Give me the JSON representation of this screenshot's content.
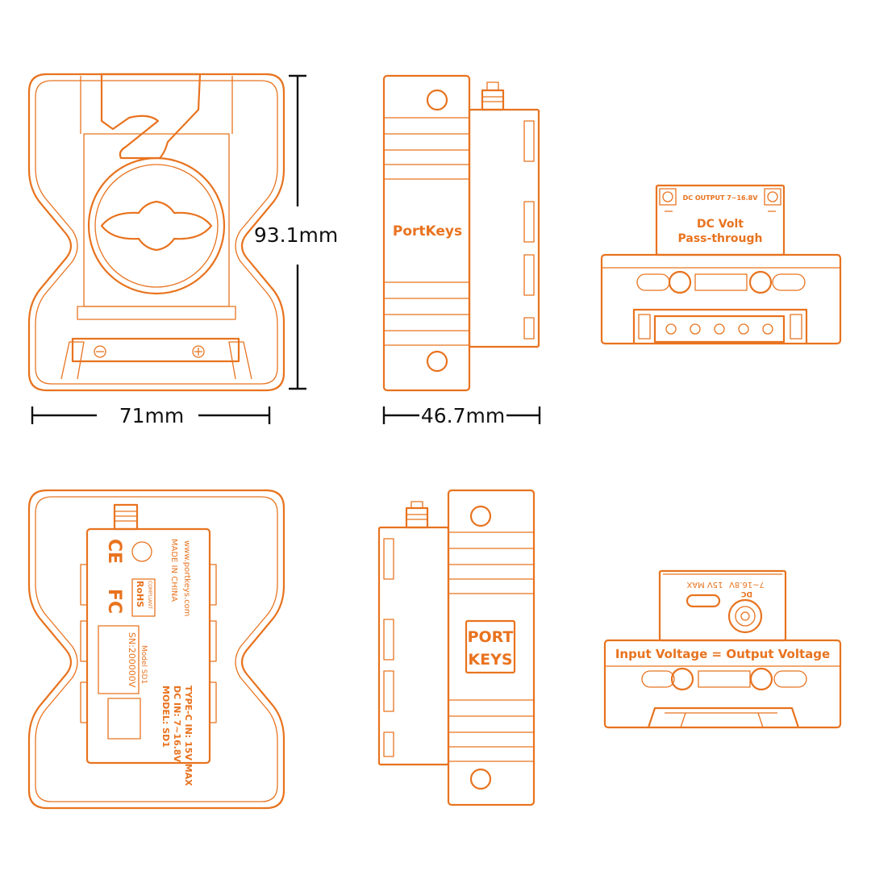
{
  "dimensions": {
    "height": "93.1mm",
    "width_front": "71mm",
    "width_side": "46.7mm"
  },
  "labels": {
    "brand_side": "PortKeys",
    "brand_port": "PORT",
    "brand_keys": "KEYS",
    "dc_output": "DC OUTPUT 7~16.8V",
    "dc_volt": "DC Volt",
    "pass_through": "Pass-through",
    "input_output_voltage": "Input Voltage = Output Voltage",
    "usb_max": "15V MAX",
    "dc_range": "7~16.8V",
    "dc": "DC",
    "made_in_china": "MADE IN CHINA",
    "website": "www.portkeys.com",
    "model_line": "MODEL: SD1",
    "dc_in_line": "DC IN: 7~16.8V",
    "typec_line": "TYPE-C IN: 15V MAX",
    "serial": "SN:200000V",
    "model_small": "Model SD1",
    "fc": "FC",
    "ce": "CE",
    "rohs": "RoHS",
    "compliant": "COMPLIANT"
  },
  "colors": {
    "accent": "#e8731f",
    "dimension": "#111111"
  }
}
